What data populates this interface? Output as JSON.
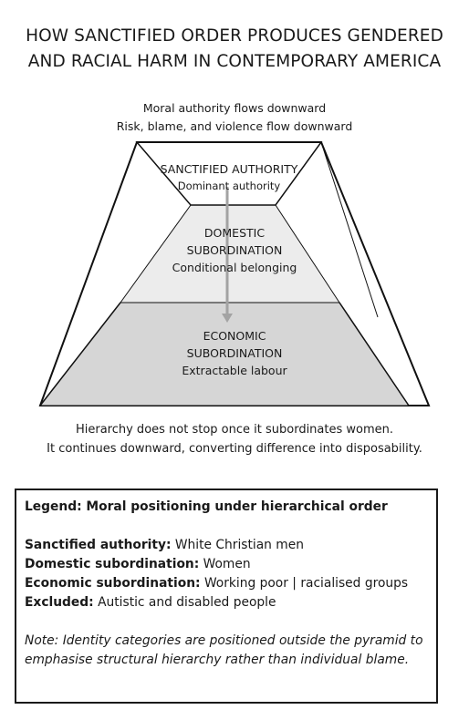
{
  "title": [
    "HOW SANCTIFIED ORDER PRODUCES GENDERED",
    "AND RACIAL HARM IN CONTEMPORARY AMERICA"
  ],
  "flows": [
    "Moral authority flows downward",
    "Risk, blame, and violence flow downward"
  ],
  "tiers": [
    {
      "name": "SANCTIFIED AUTHORITY",
      "desc": "Dominant authority"
    },
    {
      "name": "DOMESTIC SUBORDINATION",
      "name_lines": [
        "DOMESTIC",
        "SUBORDINATION"
      ],
      "desc": "Conditional belonging"
    },
    {
      "name": "ECONOMIC SUBORDINATION",
      "name_lines": [
        "ECONOMIC",
        "SUBORDINATION"
      ],
      "desc": "Extractable labour"
    }
  ],
  "colors": {
    "tier1": "#ffffff",
    "tier2": "#ececec",
    "tier3": "#d6d6d6",
    "arrow": "#a3a3a3",
    "stroke": "#111111"
  },
  "caption": [
    "Hierarchy does not stop once it subordinates women.",
    "It continues downward, converting difference into disposability."
  ],
  "legend": {
    "heading": "Legend: Moral positioning under hierarchical order",
    "rows": [
      {
        "key": "Sanctified authority:",
        "value": "White Christian men"
      },
      {
        "key": "Domestic subordination:",
        "value": "Women"
      },
      {
        "key": "Economic subordination:",
        "value": "Working poor | racialised groups"
      },
      {
        "key": "Excluded:",
        "value": "Autistic and disabled people"
      }
    ],
    "note": "Note: Identity categories are positioned outside the pyramid to emphasise structural hierarchy rather than individual blame."
  }
}
